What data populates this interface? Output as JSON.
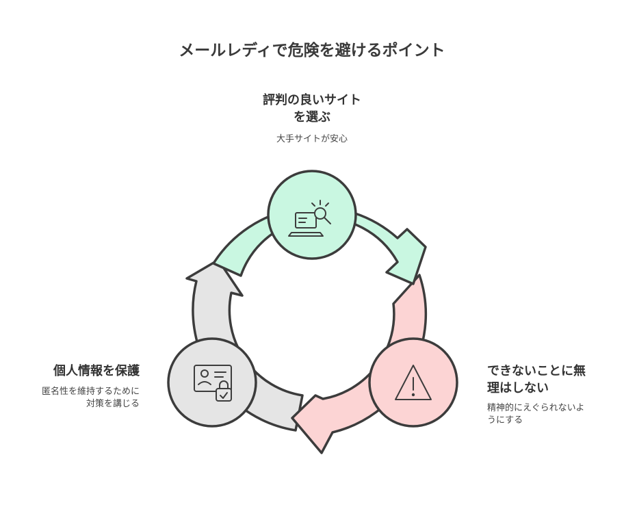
{
  "title": "メールレディで危険を避けるポイント",
  "steps": [
    {
      "title_line1": "評判の良いサイト",
      "title_line2": "を選ぶ",
      "description": "大手サイトが安心",
      "icon": "laptop-search-icon",
      "color": "#c9f7e1"
    },
    {
      "title_line1": "できないことに無",
      "title_line2": "理はしない",
      "description_line1": "精神的にえぐられないよ",
      "description_line2": "うにする",
      "icon": "warning-icon",
      "color": "#fcd4d4"
    },
    {
      "title_line1": "個人情報を保護",
      "description_line1": "匿名性を維持するために",
      "description_line2": "対策を講じる",
      "icon": "id-card-lock-icon",
      "color": "#e5e5e5"
    }
  ]
}
